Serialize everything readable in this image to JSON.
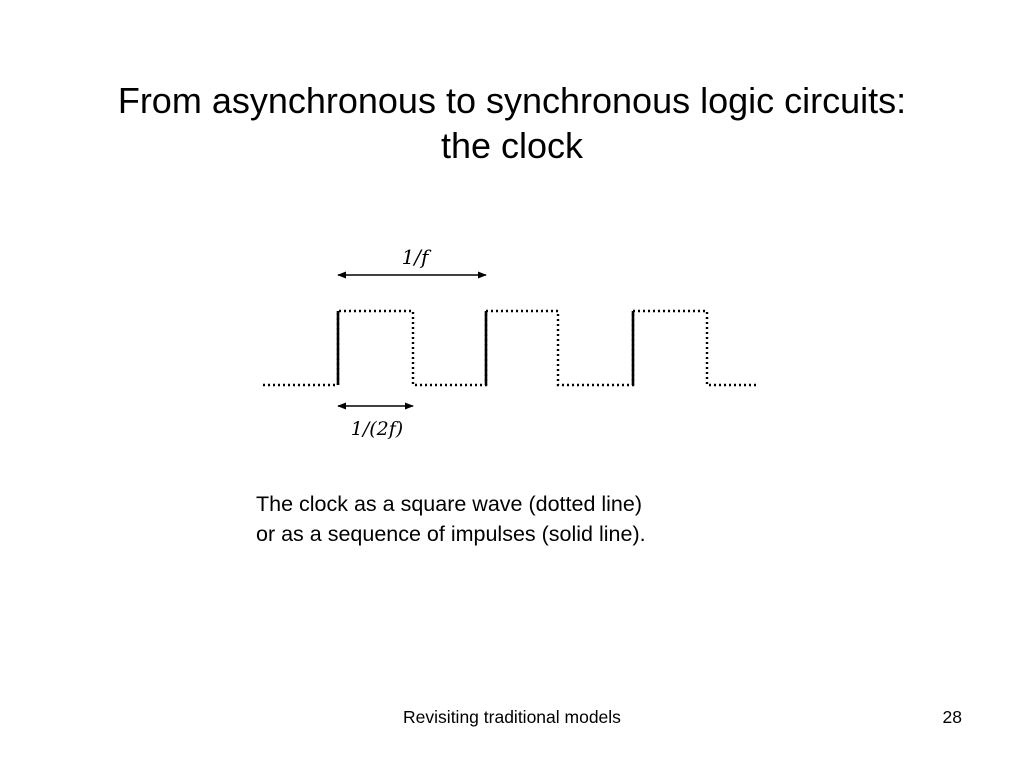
{
  "slide": {
    "title_line1": "From asynchronous to synchronous logic circuits:",
    "title_line2": "the clock"
  },
  "diagram": {
    "period_label": "1/f",
    "half_period_label": "1/(2f)"
  },
  "caption": {
    "line1": "The clock as a square wave (dotted line)",
    "line2": "or as a sequence of impulses (solid line)."
  },
  "footer": {
    "center_text": "Revisiting traditional models",
    "page_number": "28"
  }
}
